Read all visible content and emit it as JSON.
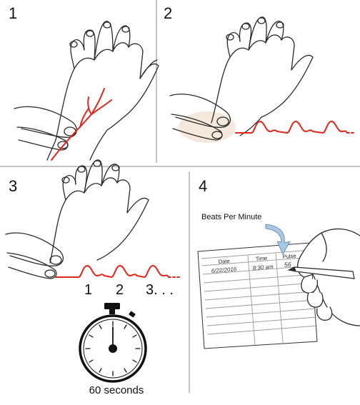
{
  "steps": [
    {
      "number": "1"
    },
    {
      "number": "2"
    },
    {
      "number": "3"
    },
    {
      "number": "4"
    }
  ],
  "counting": {
    "beats": [
      "1",
      "2",
      "3. . ."
    ],
    "timer_label": "60 seconds"
  },
  "pulse_log": {
    "callout": "Beats Per Minute",
    "columns": [
      "Date",
      "Time",
      "Pulse"
    ],
    "entry": {
      "date": "6/22/2016",
      "time": "8:30 am",
      "pulse": "56"
    }
  },
  "colors": {
    "pulse_line": "#e3261c",
    "artery": "#e3261c",
    "line_art": "#2a2a2a",
    "arrow_fill": "#a9c8e6",
    "grid": "#999999"
  }
}
